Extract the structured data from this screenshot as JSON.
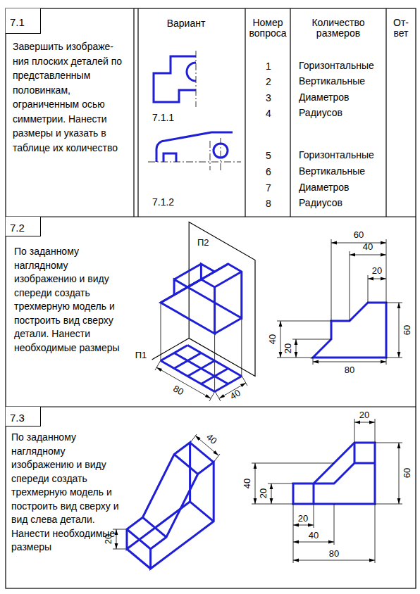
{
  "diagram": {
    "nodes": [
      {
        "text": [
          "7.1"
        ]
      },
      {
        "text": [
          "7.2"
        ]
      },
      {
        "text": [
          "7.3"
        ]
      }
    ],
    "labels": [
      "Вариант",
      "Номер вопроса",
      "Количество размеров",
      "От- вет",
      "Завершить изображе- ния плоских деталей по представленным половинкам, ограниченным осью симметрии. Нанести размеры и указать в таблице их количество",
      "7.1.1",
      "7.1.2",
      "1",
      "Горизонтальные",
      "2",
      "Вертикальные",
      "3",
      "Диаметров",
      "4",
      "Радиусов",
      "5",
      "Горизонтальные",
      "6",
      "Вертикальные",
      "7",
      "Диаметров",
      "8",
      "Радиусов",
      "По заданному наглядному изображению и виду спереди создать трехмерную модель и построить вид сверху детали. Нанести необходимые размеры",
      "П2",
      "80",
      "П1",
      "40",
      "60",
      "40",
      "20",
      "40",
      "20",
      "60",
      "80",
      "По заданному наглядному изображению и виду спереди создать трехмерную модель и построить вид сверху  и вид слева детали. Нанести необходимые размеры",
      "40",
      "20",
      "20",
      "40",
      "20",
      "60",
      "20",
      "40",
      "80"
    ]
  }
}
